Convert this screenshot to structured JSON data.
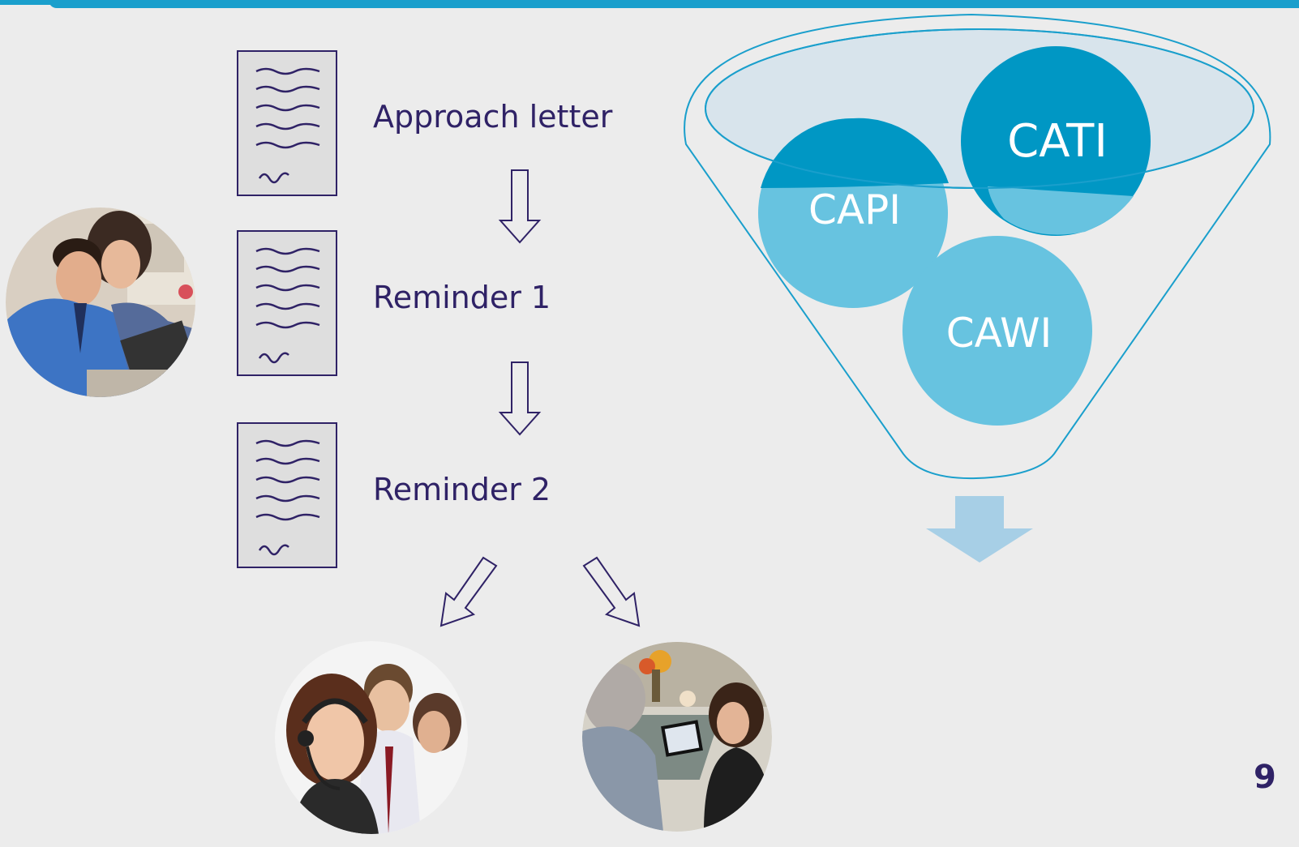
{
  "steps": {
    "approach": "Approach letter",
    "reminder1": "Reminder 1",
    "reminder2": "Reminder 2"
  },
  "funnel": {
    "capi": "CAPI",
    "cati": "CATI",
    "cawi": "CAWI"
  },
  "page_number": "9",
  "colors": {
    "dark_blue_circle": "#0097c4",
    "light_blue_circle": "#67c3e0",
    "funnel_line": "#1a9fcc",
    "text": "#2f2266",
    "arrow_fill": "#a7cfe6"
  }
}
